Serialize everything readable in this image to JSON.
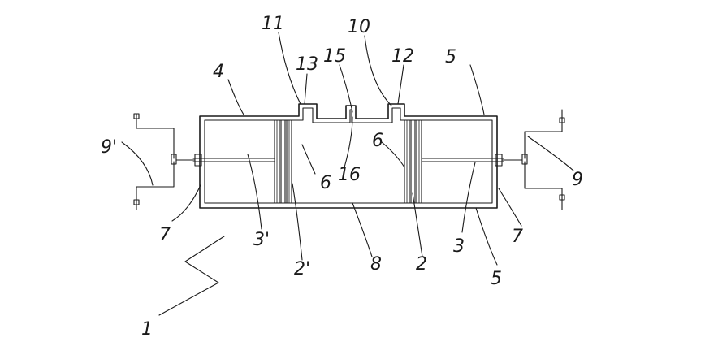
{
  "labels": {
    "l1": "1",
    "l2": "2",
    "l2p": "2'",
    "l3": "3",
    "l3p": "3'",
    "l4": "4",
    "l5a": "5",
    "l5b": "5",
    "l6a": "6",
    "l6b": "6",
    "l7a": "7",
    "l7b": "7",
    "l8": "8",
    "l9": "9",
    "l9p": "9'",
    "l10": "10",
    "l11": "11",
    "l12": "12",
    "l13": "13",
    "l15": "15",
    "l16": "16"
  }
}
